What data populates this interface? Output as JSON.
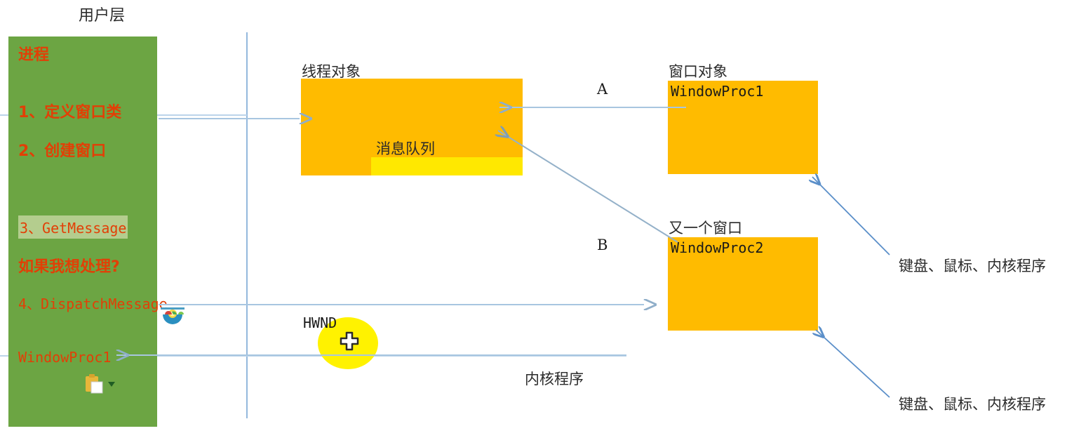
{
  "title_top": "用户层",
  "process": {
    "header": "进程",
    "steps": [
      {
        "text": "1、定义窗口类",
        "style": "cn"
      },
      {
        "text": "2、创建窗口",
        "style": "cn"
      },
      {
        "text": "3、GetMessage",
        "style": "mono",
        "highlighted": true
      },
      {
        "text": "如果我想处理?",
        "style": "cn"
      },
      {
        "text": "4、DispatchMessage",
        "style": "mono"
      },
      {
        "text": "WindowProc1",
        "style": "mono"
      }
    ]
  },
  "thread": {
    "caption": "线程对象",
    "queue_label": "消息队列"
  },
  "window1": {
    "caption": "窗口对象",
    "proc": "WindowProc1"
  },
  "window2": {
    "caption": "又一个窗口",
    "proc": "WindowProc2"
  },
  "flow_labels": {
    "a": "A",
    "b": "B"
  },
  "hwnd_label": "HWND",
  "kernel_label": "内核程序",
  "sources": [
    "键盘、鼠标、内核程序",
    "键盘、鼠标、内核程序"
  ],
  "icons": {
    "bowl": "bowl-icon",
    "paste": "paste-clipboard-icon",
    "cursor": "plus-cursor-icon"
  },
  "colors": {
    "process_green": "#6CA543",
    "process_text_red": "#E23F06",
    "object_orange": "#FFBB00",
    "queue_yellow": "#FFE800",
    "hwnd_yellow": "#FFF200",
    "line_blue": "#94b8dd",
    "divider_blue": "#bcd4ea"
  }
}
